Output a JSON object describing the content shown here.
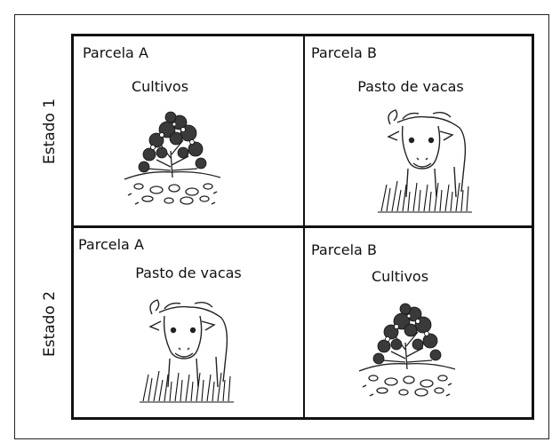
{
  "rows": [
    {
      "label": "Estado 1",
      "cells": [
        {
          "plot": "Parcela A",
          "use": "Cultivos",
          "illustration": "crop-plant-icon"
        },
        {
          "plot": "Parcela B",
          "use": "Pasto de vacas",
          "illustration": "cow-icon"
        }
      ]
    },
    {
      "label": "Estado 2",
      "cells": [
        {
          "plot": "Parcela A",
          "use": "Pasto de vacas",
          "illustration": "cow-icon"
        },
        {
          "plot": "Parcela B",
          "use": "Cultivos",
          "illustration": "crop-plant-icon"
        }
      ]
    }
  ]
}
